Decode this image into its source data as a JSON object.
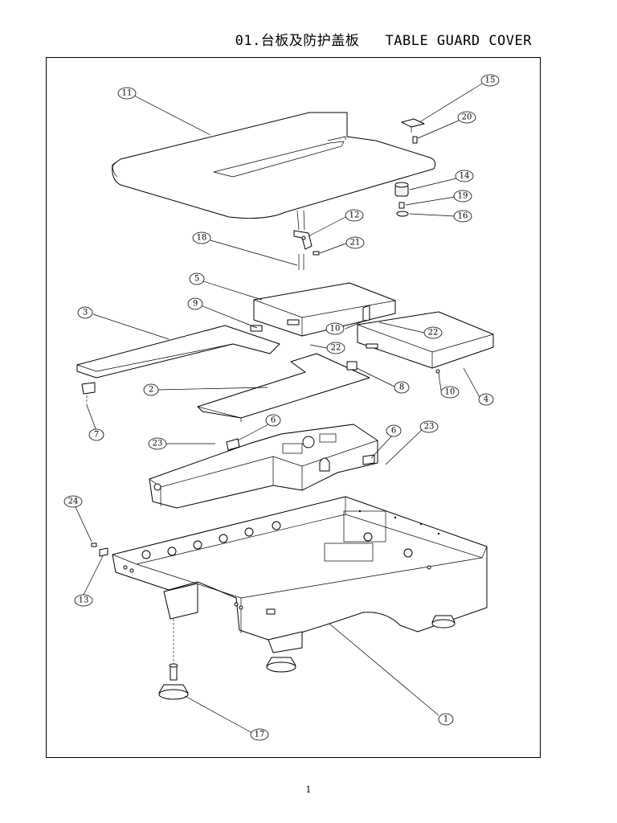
{
  "header": {
    "title": "01.台板及防护盖板   TABLE GUARD COVER"
  },
  "footer": {
    "page_number": "1"
  },
  "callouts": [
    {
      "id": "11"
    },
    {
      "id": "15"
    },
    {
      "id": "20"
    },
    {
      "id": "14"
    },
    {
      "id": "19"
    },
    {
      "id": "16"
    },
    {
      "id": "12"
    },
    {
      "id": "21"
    },
    {
      "id": "18"
    },
    {
      "id": "5"
    },
    {
      "id": "9"
    },
    {
      "id": "3"
    },
    {
      "id": "10"
    },
    {
      "id": "22"
    },
    {
      "id": "22"
    },
    {
      "id": "8"
    },
    {
      "id": "10"
    },
    {
      "id": "4"
    },
    {
      "id": "2"
    },
    {
      "id": "7"
    },
    {
      "id": "6"
    },
    {
      "id": "23"
    },
    {
      "id": "6"
    },
    {
      "id": "23"
    },
    {
      "id": "24"
    },
    {
      "id": "13"
    },
    {
      "id": "1"
    },
    {
      "id": "17"
    }
  ]
}
